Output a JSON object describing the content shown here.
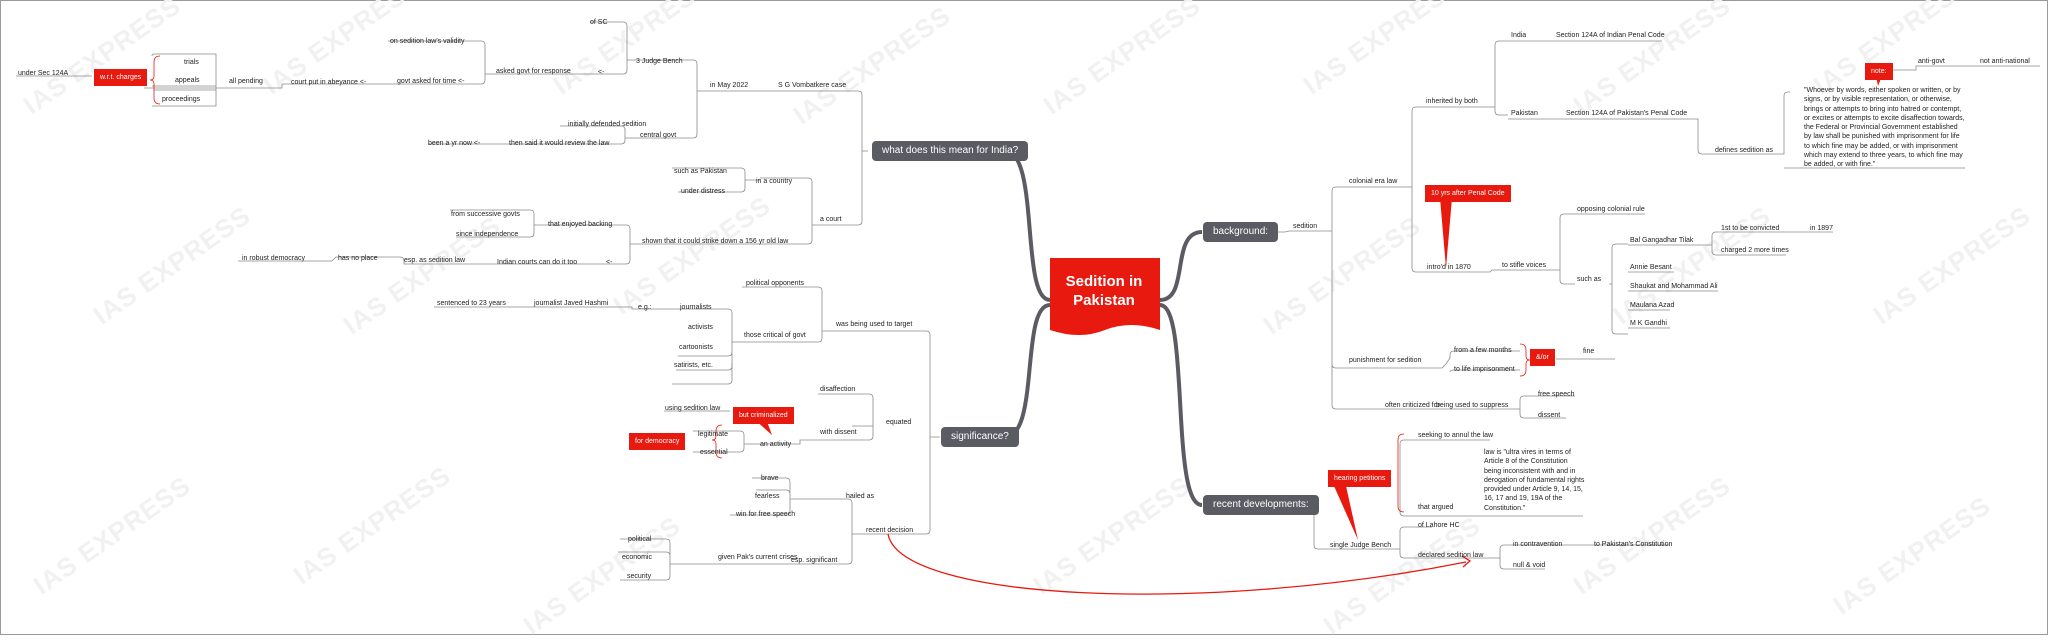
{
  "watermark": "IAS EXPRESS",
  "root": {
    "title": "Sedition in Pakistan"
  },
  "branches": {
    "background": {
      "label": "background:",
      "sedition": "sedition",
      "colonial": {
        "label": "colonial era law",
        "inherited": "inherited by both",
        "india": "India",
        "india_ipc": "Section 124A of Indian Penal Code",
        "pakistan": "Pakistan",
        "pak_ppc": "Section 124A of Pakistan's Penal Code",
        "defines": "defines sedition as",
        "definition": "\"Whoever by words, either spoken or written, or by signs, or by visible representation, or otherwise, brings or attempts to bring into hatred or contempt, or excites or attempts to excite disaffection towards, the Federal or Provincial Government established by law shall be punished with imprisonment for life to which fine may be added, or with imprisonment which may extend to three years, to which fine may be added, or with fine.\"",
        "note_tag": "note:",
        "anti_govt": "anti-govt",
        "not_anti_national": "not anti-national",
        "intro": "intro'd in 1870",
        "after_ipc_tag": "10 yrs after Penal Code",
        "stifle": "to stifle voices",
        "opposing": "opposing colonial rule",
        "such_as": "such as",
        "tilak": "Bal Gangadhar Tilak",
        "first_convicted": "1st to be convicted",
        "in_1897": "in 1897",
        "charged_more": "charged 2 more times",
        "besant": "Annie Besant",
        "shaukat": "Shaukat and Mohammad Ali",
        "azad": "Maulana Azad",
        "gandhi": "M K Gandhi"
      },
      "punishment": {
        "label": "punishment for sedition",
        "few_months": "from a few months",
        "life": "to life imprisonment",
        "andor_tag": "&/or",
        "fine": "fine"
      },
      "criticized": {
        "label": "often criticized for",
        "suppress": "being used to suppress",
        "free_speech": "free speech",
        "dissent": "dissent"
      }
    },
    "recent": {
      "label": "recent developments:",
      "single_bench": "single Judge Bench",
      "hearing_tag": "hearing petitions",
      "seeking": "seeking to annul the law",
      "that_argued": "that argued",
      "argument": "law is \"ultra vires in terms of Article 8 of the Constitution being inconsistent with and in derogation of fundamental rights provided under Article 9, 14, 15, 16, 17 and 19, 19A of the Constitution.\"",
      "lahore": "of Lahore HC",
      "declared": "declared sedition law",
      "contravention": "in contravention",
      "to_constitution": "to Pakistan's Constitution",
      "null_void": "null & void"
    },
    "india": {
      "label": "what does this mean for India?",
      "a_court": "a court",
      "in_country": "in a country",
      "such_as_pak": "such as Pakistan",
      "under_distress": "under distress",
      "shown": "shown that it could strike down a 156 yr old law",
      "enjoyed_backing": "that enjoyed backing",
      "from_govts": "from successive govts",
      "since_independence": "since independence",
      "indian_courts": "Indian courts can do it too",
      "esp_sedition": "esp. as sedition law",
      "has_no_place": "has no place",
      "robust_democracy": "in robust democracy",
      "arrow_left": "<-",
      "vombatkere": "S G Vombatkere case",
      "may_2022": "in May 2022",
      "three_judge": "3 Judge Bench",
      "of_sc": "of SC",
      "asked_response": "asked govt for response",
      "on_validity": "on sedition law's validity",
      "govt_time": "govt asked for time <-",
      "abeyance": "court put in abeyance <-",
      "all_pending": "all pending",
      "trials": "trials",
      "appeals": "appeals",
      "proceedings": "proceedings",
      "charges_tag": "w.r.t. charges",
      "under_124a": "under Sec 124A",
      "central_govt": "central govt",
      "initially": "initially defended sedition",
      "then_said": "then said it would review the law",
      "yr_now": "been a yr now <-"
    },
    "significance": {
      "label": "significance?",
      "used_to_target": "was being used to target",
      "political_opponents": "political opponents",
      "critical_govt": "those critical of govt",
      "journalists": "journalists",
      "eg": "e.g.:",
      "hashmi": "journalist Javed Hashmi",
      "sentenced": "sentenced to 23 years",
      "activists": "activists",
      "cartoonists": "cartoonists",
      "satirists": "satirists, etc.",
      "equated": "equated",
      "disaffection": "disaffection",
      "with_dissent": "with dissent",
      "an_activity": "an activity",
      "criminalized_tag": "but criminalized",
      "using_law": "using sedition law",
      "legitimate": "legitimate",
      "essential": "essential",
      "democracy_tag": "for democracy",
      "recent_decision": "recent decision",
      "hailed": "hailed as",
      "brave": "brave",
      "fearless": "fearless",
      "win": "win for free speech",
      "esp_significant": "esp. significant",
      "given_crises": "given Pak's current crises",
      "political": "political",
      "economic": "economic",
      "security": "security"
    }
  },
  "colors": {
    "accent": "#e8190e",
    "topic": "#5b5c63",
    "line": "#4a4a4a"
  }
}
